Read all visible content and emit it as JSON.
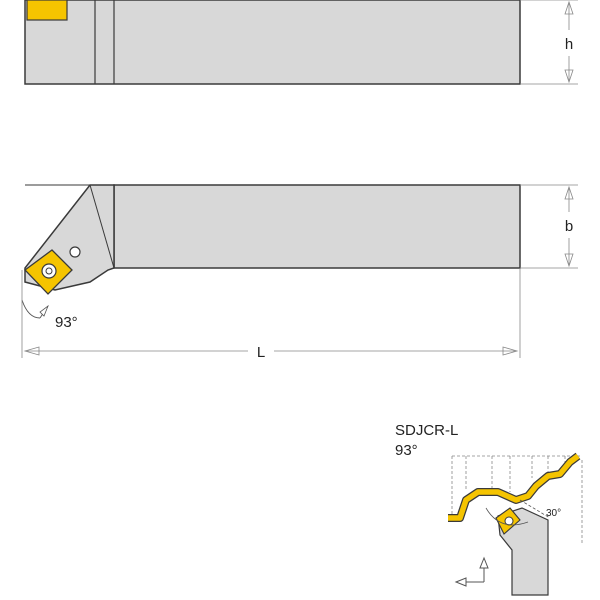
{
  "labels": {
    "height": "h",
    "width": "b",
    "length": "L",
    "angle_side": "93°",
    "model": "SDJCR-L",
    "model_angle": "93°",
    "approach_angle": "30°"
  },
  "colors": {
    "holder_fill": "#d8d8d8",
    "outline": "#3a3a3a",
    "insert": "#f5c400",
    "dimension": "#777777"
  }
}
